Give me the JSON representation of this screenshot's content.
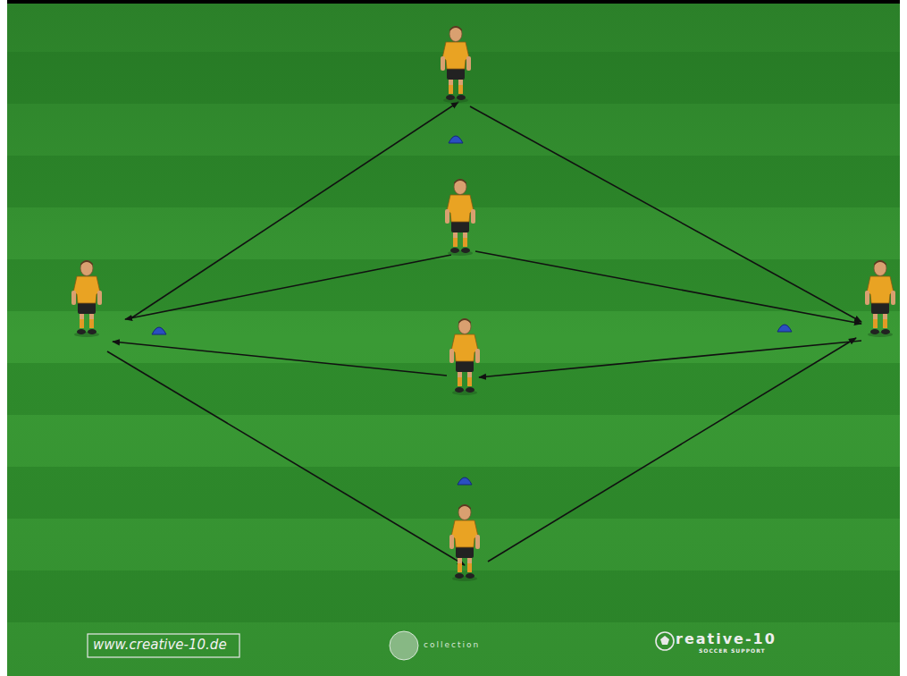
{
  "diagram": {
    "labels": [
      "www.creative-10.de",
      "collection",
      "reative-10",
      "SOCCER SUPPORT"
    ]
  }
}
